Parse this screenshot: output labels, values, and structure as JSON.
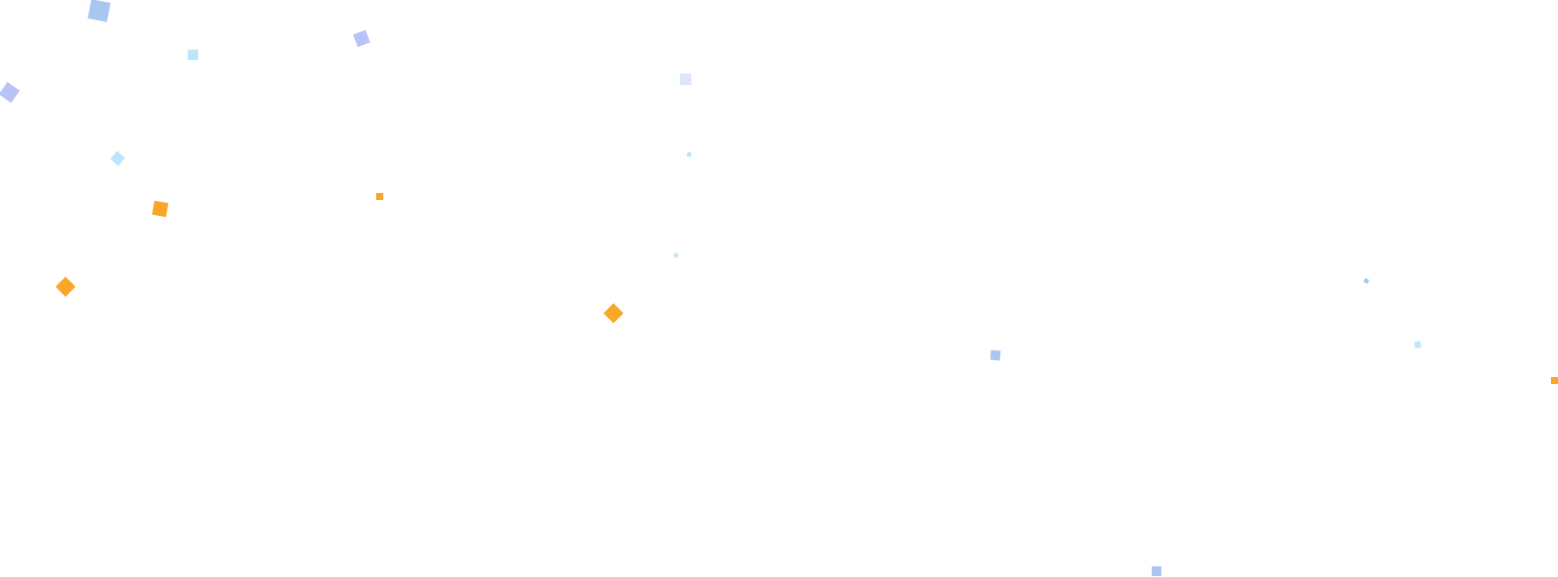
{
  "confetti": {
    "colors": {
      "blue": "#a7c7f1",
      "light_blue": "#bfe4fb",
      "lavender": "#b9c3f5",
      "pale_lavender": "#dde6fd",
      "orange": "#f9a72b"
    },
    "pieces": [
      {
        "shape": "square",
        "color": "#a7c7f1"
      },
      {
        "shape": "square",
        "color": "#bfe4fb"
      },
      {
        "shape": "square",
        "color": "#b9c3f5"
      },
      {
        "shape": "square",
        "color": "#b9c3f5"
      },
      {
        "shape": "square",
        "color": "#bfe4fb"
      },
      {
        "shape": "square",
        "color": "#f9a72b"
      },
      {
        "shape": "square",
        "color": "#f9a72b"
      },
      {
        "shape": "square",
        "color": "#f9a72b"
      },
      {
        "shape": "square",
        "color": "#dde6fd"
      },
      {
        "shape": "square",
        "color": "#bfe4fb"
      },
      {
        "shape": "square",
        "color": "#bfe4fb"
      },
      {
        "shape": "square",
        "color": "#f9a72b"
      },
      {
        "shape": "square",
        "color": "#a7c7f1"
      },
      {
        "shape": "square",
        "color": "#a7c7f1"
      },
      {
        "shape": "square",
        "color": "#bfe4fb"
      },
      {
        "shape": "square",
        "color": "#f9a72b"
      },
      {
        "shape": "square",
        "color": "#a7c7f1"
      }
    ]
  }
}
